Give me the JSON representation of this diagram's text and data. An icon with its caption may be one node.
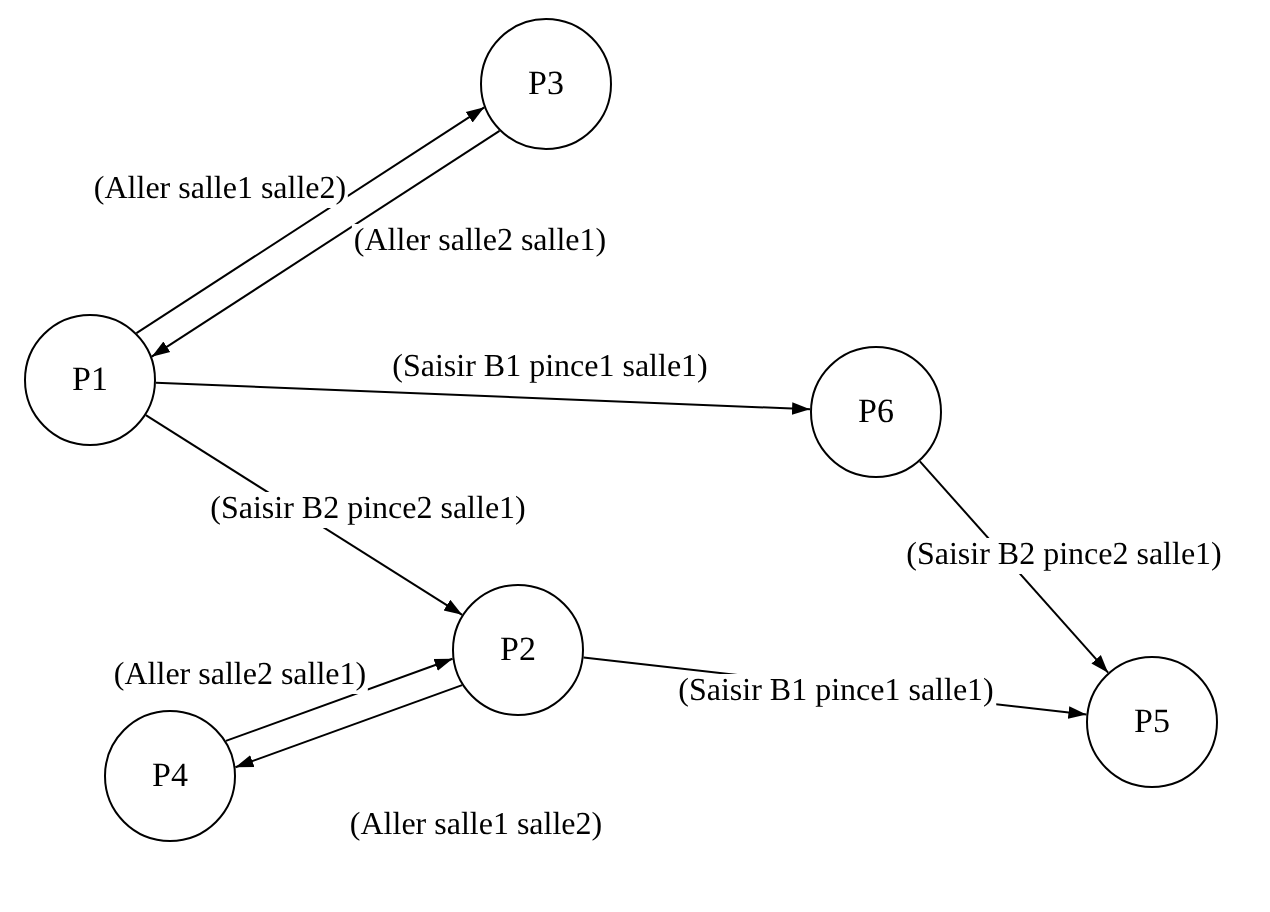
{
  "diagram": {
    "nodes": [
      {
        "text": [
          "P3"
        ]
      },
      {
        "text": [
          "P1"
        ]
      },
      {
        "text": [
          "P6"
        ]
      },
      {
        "text": [
          "P2"
        ]
      },
      {
        "text": [
          "P5"
        ]
      },
      {
        "text": [
          "P4"
        ]
      }
    ],
    "edges": [
      {
        "from": 1,
        "to": 0,
        "arrow": "to",
        "label": "(Aller salle1 salle2)"
      },
      {
        "from": 0,
        "to": 1,
        "arrow": "to",
        "label": "(Aller salle2 salle1)"
      },
      {
        "from": 1,
        "to": 2,
        "arrow": "to",
        "label": "(Saisir B1 pince1 salle1)"
      },
      {
        "from": 1,
        "to": 3,
        "arrow": "to",
        "label": "(Saisir B2 pince2 salle1)"
      },
      {
        "from": 2,
        "to": 4,
        "arrow": "to",
        "label": "(Saisir B2 pince2 salle1)"
      },
      {
        "from": 3,
        "to": 4,
        "arrow": "to",
        "label": "(Saisir B1 pince1 salle1)"
      },
      {
        "from": 5,
        "to": 3,
        "arrow": "to",
        "label": "(Aller salle2 salle1)"
      },
      {
        "from": 3,
        "to": 5,
        "arrow": "to",
        "label": "(Aller salle1 salle2)"
      }
    ]
  }
}
